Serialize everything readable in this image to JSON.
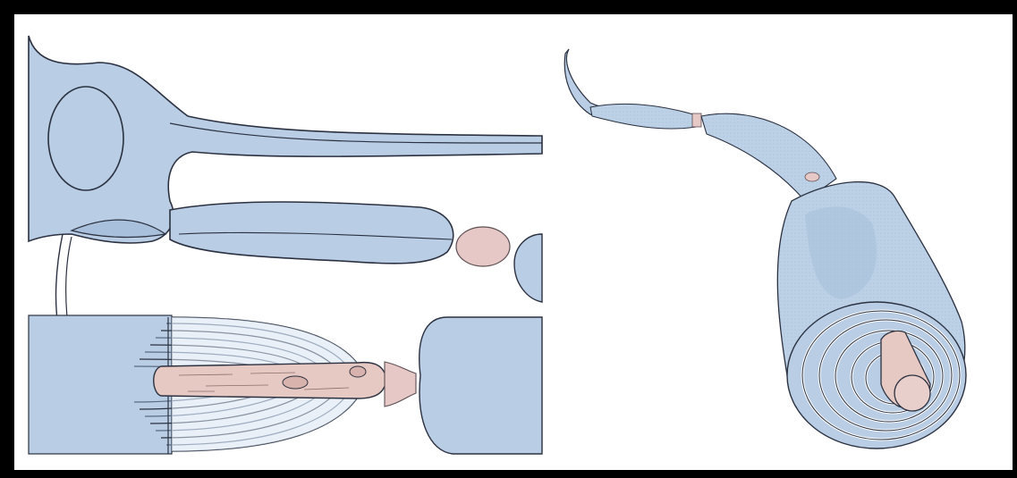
{
  "figure": {
    "panels": [
      {
        "id": "left",
        "description_name": "myelination-longitudinal-section"
      },
      {
        "id": "right",
        "description_name": "myelin-sheath-3d-wrapping"
      }
    ],
    "colors": {
      "frame": "#000000",
      "glial_blue": "#b9cde4",
      "glial_blue_dark": "#a9c0dc",
      "axon_pink": "#e7c9c3",
      "node_pink": "#e6c8c6",
      "outline": "#2b3140",
      "background": "#ffffff"
    }
  }
}
